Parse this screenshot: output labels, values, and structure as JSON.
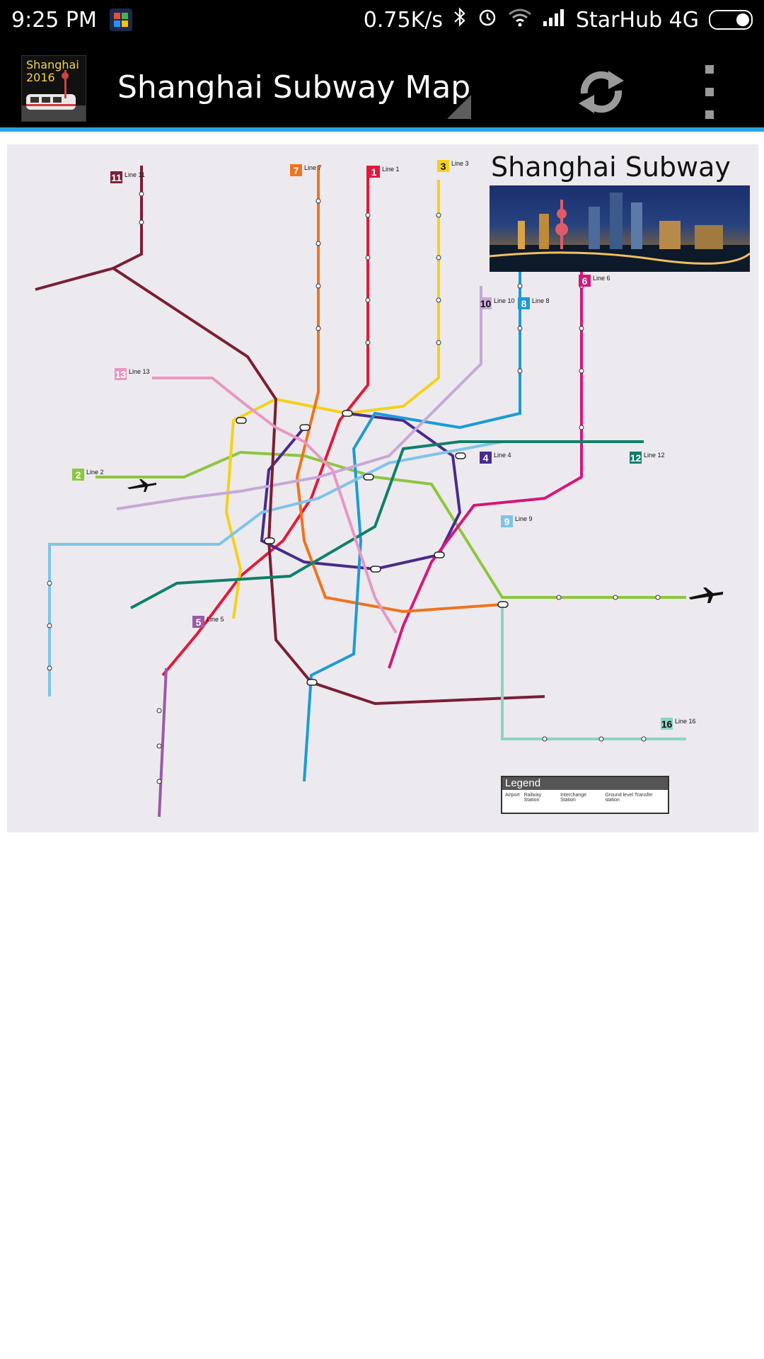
{
  "status_bar": {
    "time": "9:25 PM",
    "speed": "0.75K/s",
    "carrier": "StarHub 4G",
    "icons": [
      "notification-app-icon",
      "bluetooth-icon",
      "alarm-icon",
      "wifi-icon",
      "signal-icon",
      "battery-icon"
    ]
  },
  "app_bar": {
    "logo_line1": "Shanghai",
    "logo_line2": "2016",
    "title": "Shanghai Subway Map",
    "accent_color": "#29a3e0",
    "icons": [
      "spinner-dropdown-icon",
      "refresh-icon",
      "overflow-menu-icon"
    ]
  },
  "map": {
    "title": "Shanghai Subway Map",
    "legend": {
      "title": "Legend",
      "items": [
        "Airport",
        "Railway Station",
        "Interchange Station",
        "Ground level Transfer station"
      ]
    },
    "lines": [
      {
        "id": "1",
        "label": "Line 1",
        "color": "#e3193b"
      },
      {
        "id": "2",
        "label": "Line 2",
        "color": "#8cc63f"
      },
      {
        "id": "3",
        "label": "Line 3",
        "color": "#f5d116"
      },
      {
        "id": "4",
        "label": "Line 4",
        "color": "#4a2a8c"
      },
      {
        "id": "5",
        "label": "Line 5",
        "color": "#9b5aa7"
      },
      {
        "id": "6",
        "label": "Line 6",
        "color": "#d5177b"
      },
      {
        "id": "7",
        "label": "Line 7",
        "color": "#f0731f"
      },
      {
        "id": "8",
        "label": "Line 8",
        "color": "#1b9bd8"
      },
      {
        "id": "9",
        "label": "Line 9",
        "color": "#7ec4ea"
      },
      {
        "id": "10",
        "label": "Line 10",
        "color": "#c7a8d6"
      },
      {
        "id": "11",
        "label": "Line 11",
        "color": "#7b1e35"
      },
      {
        "id": "12",
        "label": "Line 12",
        "color": "#0f7f6a"
      },
      {
        "id": "13",
        "label": "Line 13",
        "color": "#e897c2"
      },
      {
        "id": "16",
        "label": "Line 16",
        "color": "#8ad4c2"
      }
    ]
  }
}
